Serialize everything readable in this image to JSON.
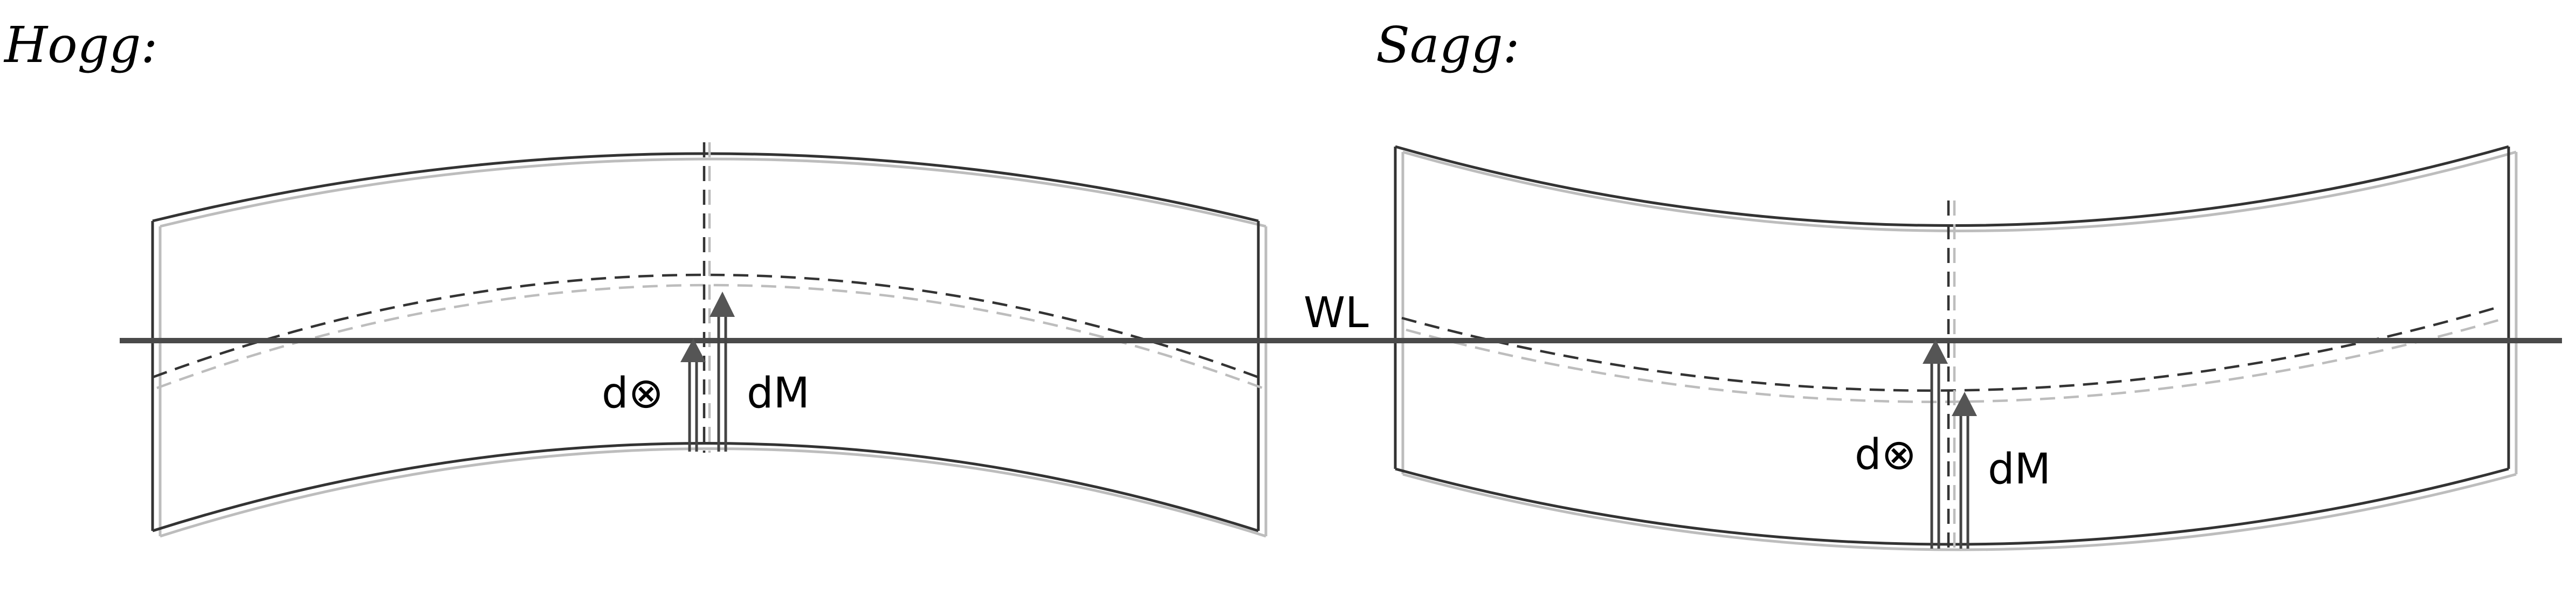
{
  "hogg": {
    "title": "Hogg:",
    "buoyancy_label": "d⊗",
    "mass_label": "dM"
  },
  "sagg": {
    "title": "Sagg:",
    "buoyancy_label": "d⊗",
    "mass_label": "dM"
  },
  "waterline_label": "WL",
  "colors": {
    "outline": "#333333",
    "shadow": "#bdbdbd",
    "waterline": "#4a4a4a",
    "arrowhead": "#555555"
  }
}
